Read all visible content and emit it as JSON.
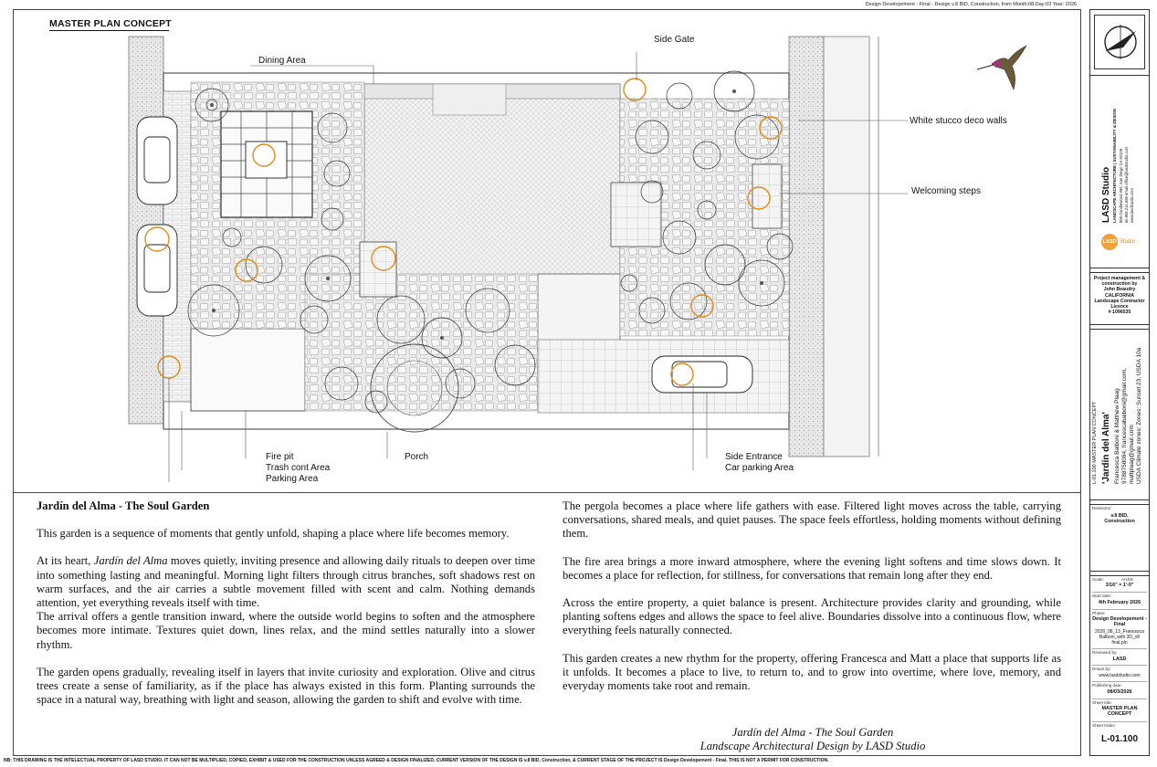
{
  "header_note": "Design Developement - Final - Design v.8 BID, Construction, from Month:08 Day:03 Year: 2026",
  "plan_title": "MASTER PLAN CONCEPT",
  "plan_labels": {
    "dining_area": "Dining Area",
    "side_gate": "Side Gate",
    "white_stucco": "White stucco deco walls",
    "welcoming_steps": "Welcoming steps",
    "fire_pit": "Fire pit",
    "trash": "Trash cont Area",
    "parking": "Parking Area",
    "porch": "Porch",
    "side_entrance": "Side Entrance",
    "car_parking": "Car parking Area"
  },
  "narrative": {
    "heading": "Jardín del Alma - The Soul Garden",
    "p1": "This garden is a sequence of moments that gently unfold, shaping a place where life becomes memory.",
    "p2_pre": "At its heart, ",
    "p2_em": "Jardín del Alma",
    "p2_post": " moves quietly, inviting presence and allowing daily rituals to deepen over time into something lasting and meaningful. Morning light filters through citrus branches, soft shadows rest on warm surfaces, and the air carries a subtle movement filled with scent and calm. Nothing demands attention, yet everything reveals itself with time.",
    "p3": "The arrival offers a gentle transition inward, where the outside world begins to soften and the atmosphere becomes more intimate. Textures quiet down, lines relax, and the mind settles naturally into a slower rhythm.",
    "p4": "The garden opens gradually, revealing itself in layers that invite curiosity and exploration. Olive and citrus trees create a sense of familiarity, as if the place has always existed in this form. Planting surrounds the space in a natural way, breathing with light and season, allowing the garden to shift and evolve with time.",
    "p5": "The pergola becomes a place where life gathers with ease. Filtered light moves across the table, carrying conversations, shared meals, and quiet pauses. The space feels effortless, holding moments without defining them.",
    "p6": "The fire area brings a more inward atmosphere, where the evening light softens and time slows down. It becomes a place for reflection, for stillness, for conversations that remain long after they end.",
    "p7": "Across the entire property, a quiet balance is present. Architecture provides clarity and grounding, while planting softens edges and allows the space to feel alive. Boundaries dissolve into a continuous flow, where everything feels naturally connected.",
    "p8": "This garden creates a new rhythm for the property, offering Francesca and Matt a place that supports life as it unfolds. It becomes a place to live, to return to, and to grow into overtime, where love, memory, and everyday moments take root and remain.",
    "sig1": "Jardín del Alma - The Soul Garden",
    "sig2": "Landscape Architectural Design by LASD Studio"
  },
  "footer": "NB: THIS DRAWING IS THE INTELECTUAL PROPERTY OF LASD STUDIO. IT CAN NOT BE MULTIPLIED, COPIED, EXHIBIT & USED FOR THE CONSTRUCTION UNLESS AGREED & DESIGN FINALIZED. CURRENT VERSION OF THE DESIGN IS v.8 BID, Construction, & CURRENT STAGE OF THE PROJECT IS Design Developement - Final. THIS IS NOT A PERMIT FOR CONSTRUCTION.",
  "title_block": {
    "studio_name": "LASD Studio",
    "studio_sub": "LANDSCAPE ARCHITECTURE | SUSTAINABILITY & DESIGN",
    "studio_addr": "868 Candlewood #95, San Diego CA 92109",
    "studio_contact": "tel 858.214.686    email  office@lasdstudio.com",
    "studio_web": "www.lasdstudio.com",
    "logo_text": "LASD",
    "logo_text2": "Studio",
    "pm_lines": [
      "Project management &",
      "construction by",
      "John Beaudry",
      "CALIFORNIA",
      "Landscape Contractor",
      "Licence",
      "# 1096535"
    ],
    "project_sheet": "L-01.100    MASTER PLAN CONCEPT",
    "project_name": "'Jardín del Alma'",
    "project_owners": "Francesca Balboni & Matthew Plaag",
    "project_contact": "9788758094, francescabalboni@gmail.com,",
    "project_email": "mattplaag@gmail.com",
    "project_climate": "USDA Climate zones: Zones: Sunset 23, USDA 10a",
    "revision_caption": "Revisions:",
    "revision_value": [
      "v.8 BID,",
      "Construction"
    ],
    "scale_caption": "Scale:",
    "scale_unit": "ArchD",
    "scale_value": "3/16\" = 1'-0\"",
    "start_caption": "Start date:",
    "start_value": "4th February 2026",
    "phase_caption": "Phase:",
    "phase_value": [
      "Design Developement -",
      "Final"
    ],
    "file_value": [
      "2026_08_13_Francesca",
      "Balboni_with 3D_v8",
      "final.pln"
    ],
    "reviewed_caption": "Reviewed by:",
    "reviewed_value": "LASD",
    "drawn_caption": "Drawn by:",
    "drawn_value": "www.lasdstudio.com",
    "pub_caption": "Publishing date:",
    "pub_value": "08/03/2026",
    "sheet_title_caption": "Sheet title:",
    "sheet_title_value": [
      "MASTER PLAN",
      "CONCEPT"
    ],
    "sheet_index_caption": "Sheet Index:",
    "sheet_index_value": "L-01.100"
  }
}
